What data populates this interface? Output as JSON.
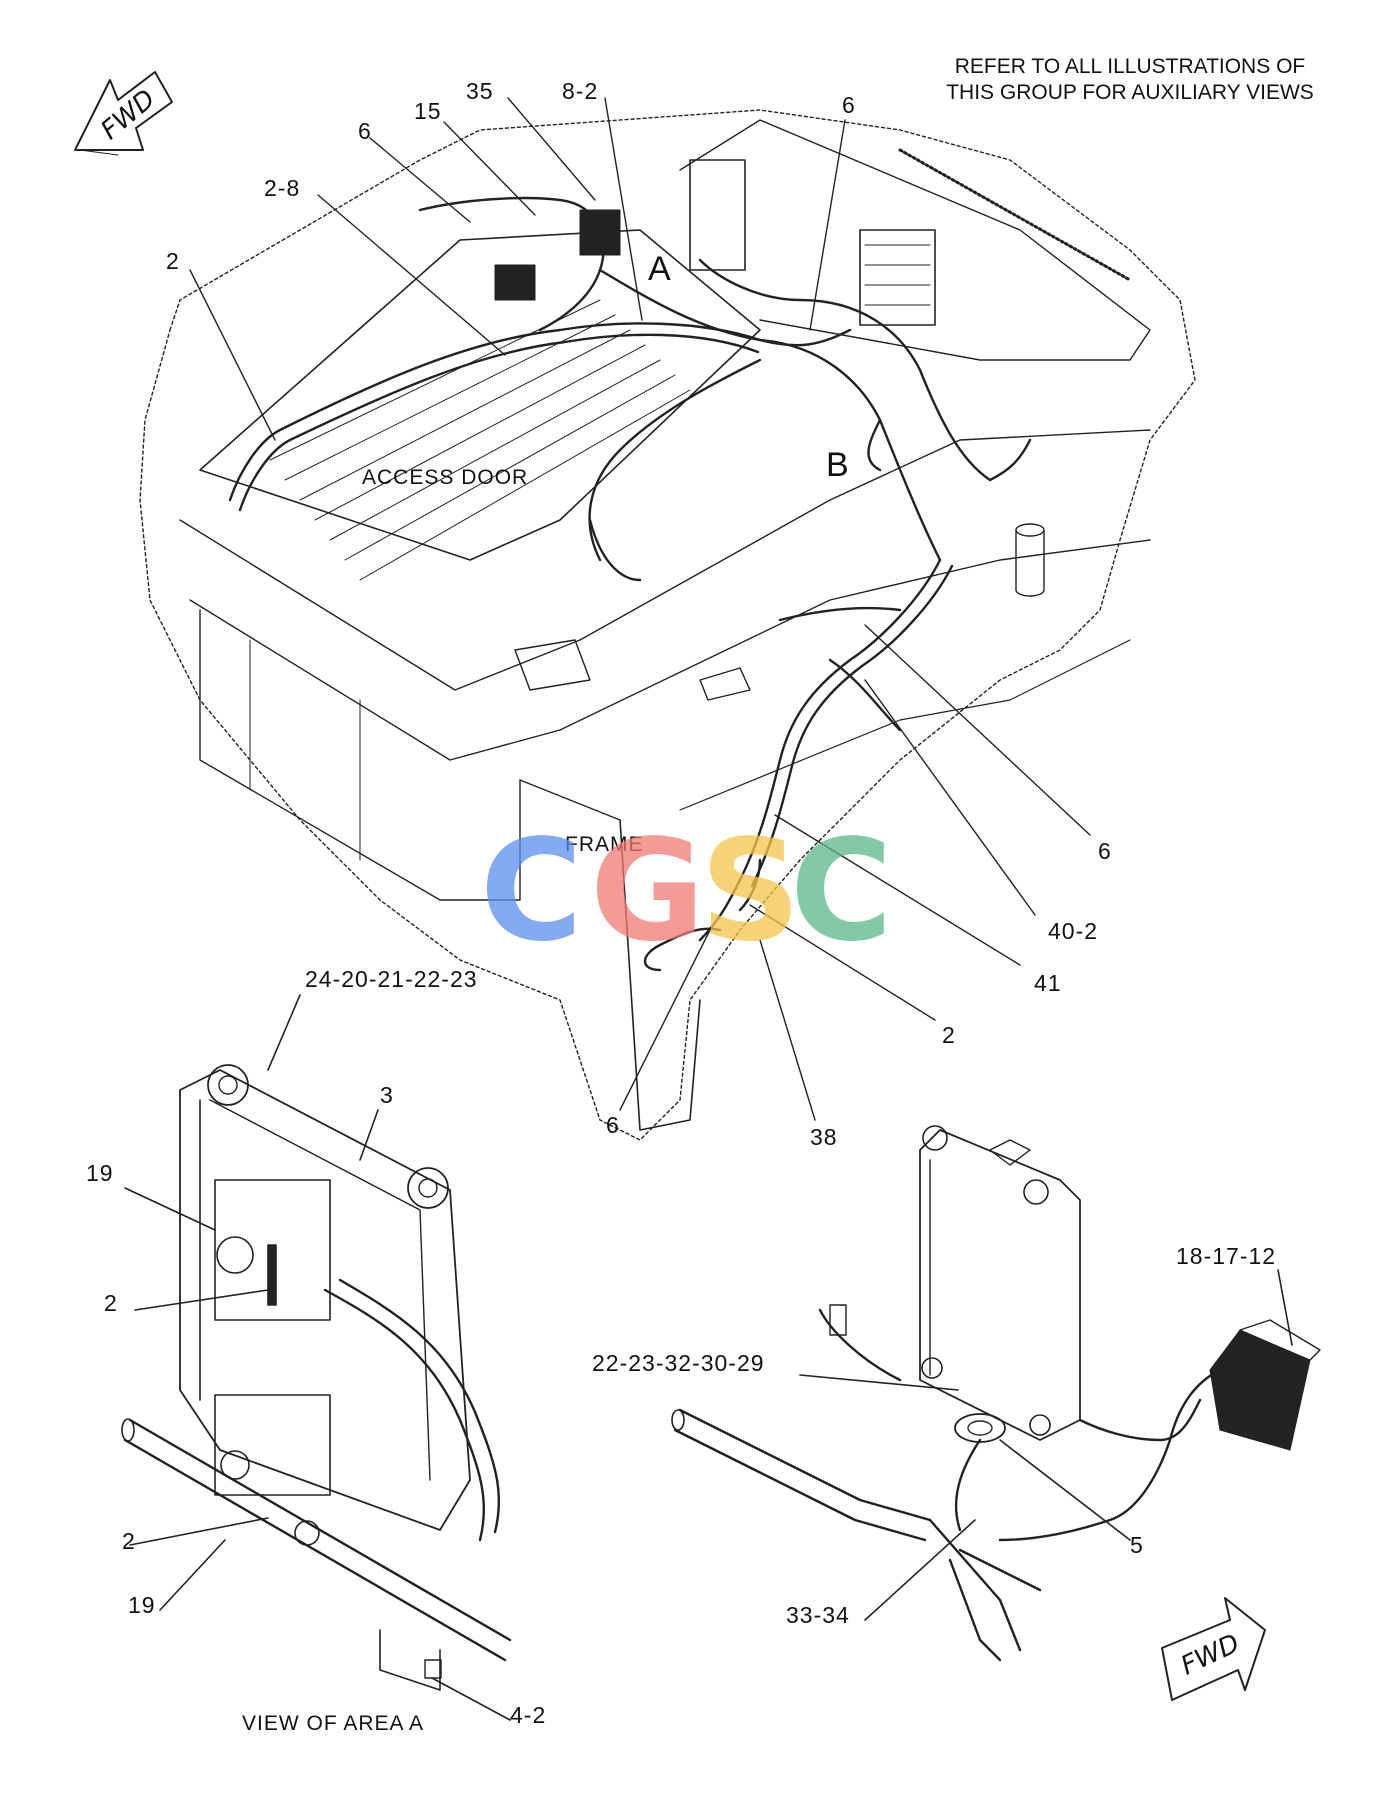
{
  "notes": {
    "refer_line1": "REFER TO ALL ILLUSTRATIONS OF",
    "refer_line2": "THIS GROUP FOR AUXILIARY VIEWS"
  },
  "labels": {
    "access_door": "ACCESS DOOR",
    "frame": "FRAME",
    "area_a": "A",
    "area_b": "B",
    "view_of_area_a": "VIEW OF AREA  A"
  },
  "fwd": {
    "top": "FWD",
    "bottom": "FWD"
  },
  "watermark": {
    "letters": [
      "C",
      "G",
      "S",
      "C"
    ],
    "colors": [
      "#5b8ef0",
      "#ef7b74",
      "#f5c54a",
      "#5cb88a"
    ]
  },
  "callouts": {
    "c35": "35",
    "c8_2": "8-2",
    "c15": "15",
    "c6_top": "6",
    "c6_topright": "6",
    "c2_8": "2-8",
    "c2_left": "2",
    "c6_right": "6",
    "c40_2": "40-2",
    "c41": "41",
    "c2_mid": "2",
    "c6_bottom": "6",
    "c38": "38",
    "c24_20": "24-20-21-22-23",
    "c3": "3",
    "c19_top": "19",
    "c2_va1": "2",
    "c2_va2": "2",
    "c19_bottom": "19",
    "c4_2": "4-2",
    "c18_17_12": "18-17-12",
    "c22_23_32": "22-23-32-30-29",
    "c5": "5",
    "c33_34": "33-34"
  }
}
